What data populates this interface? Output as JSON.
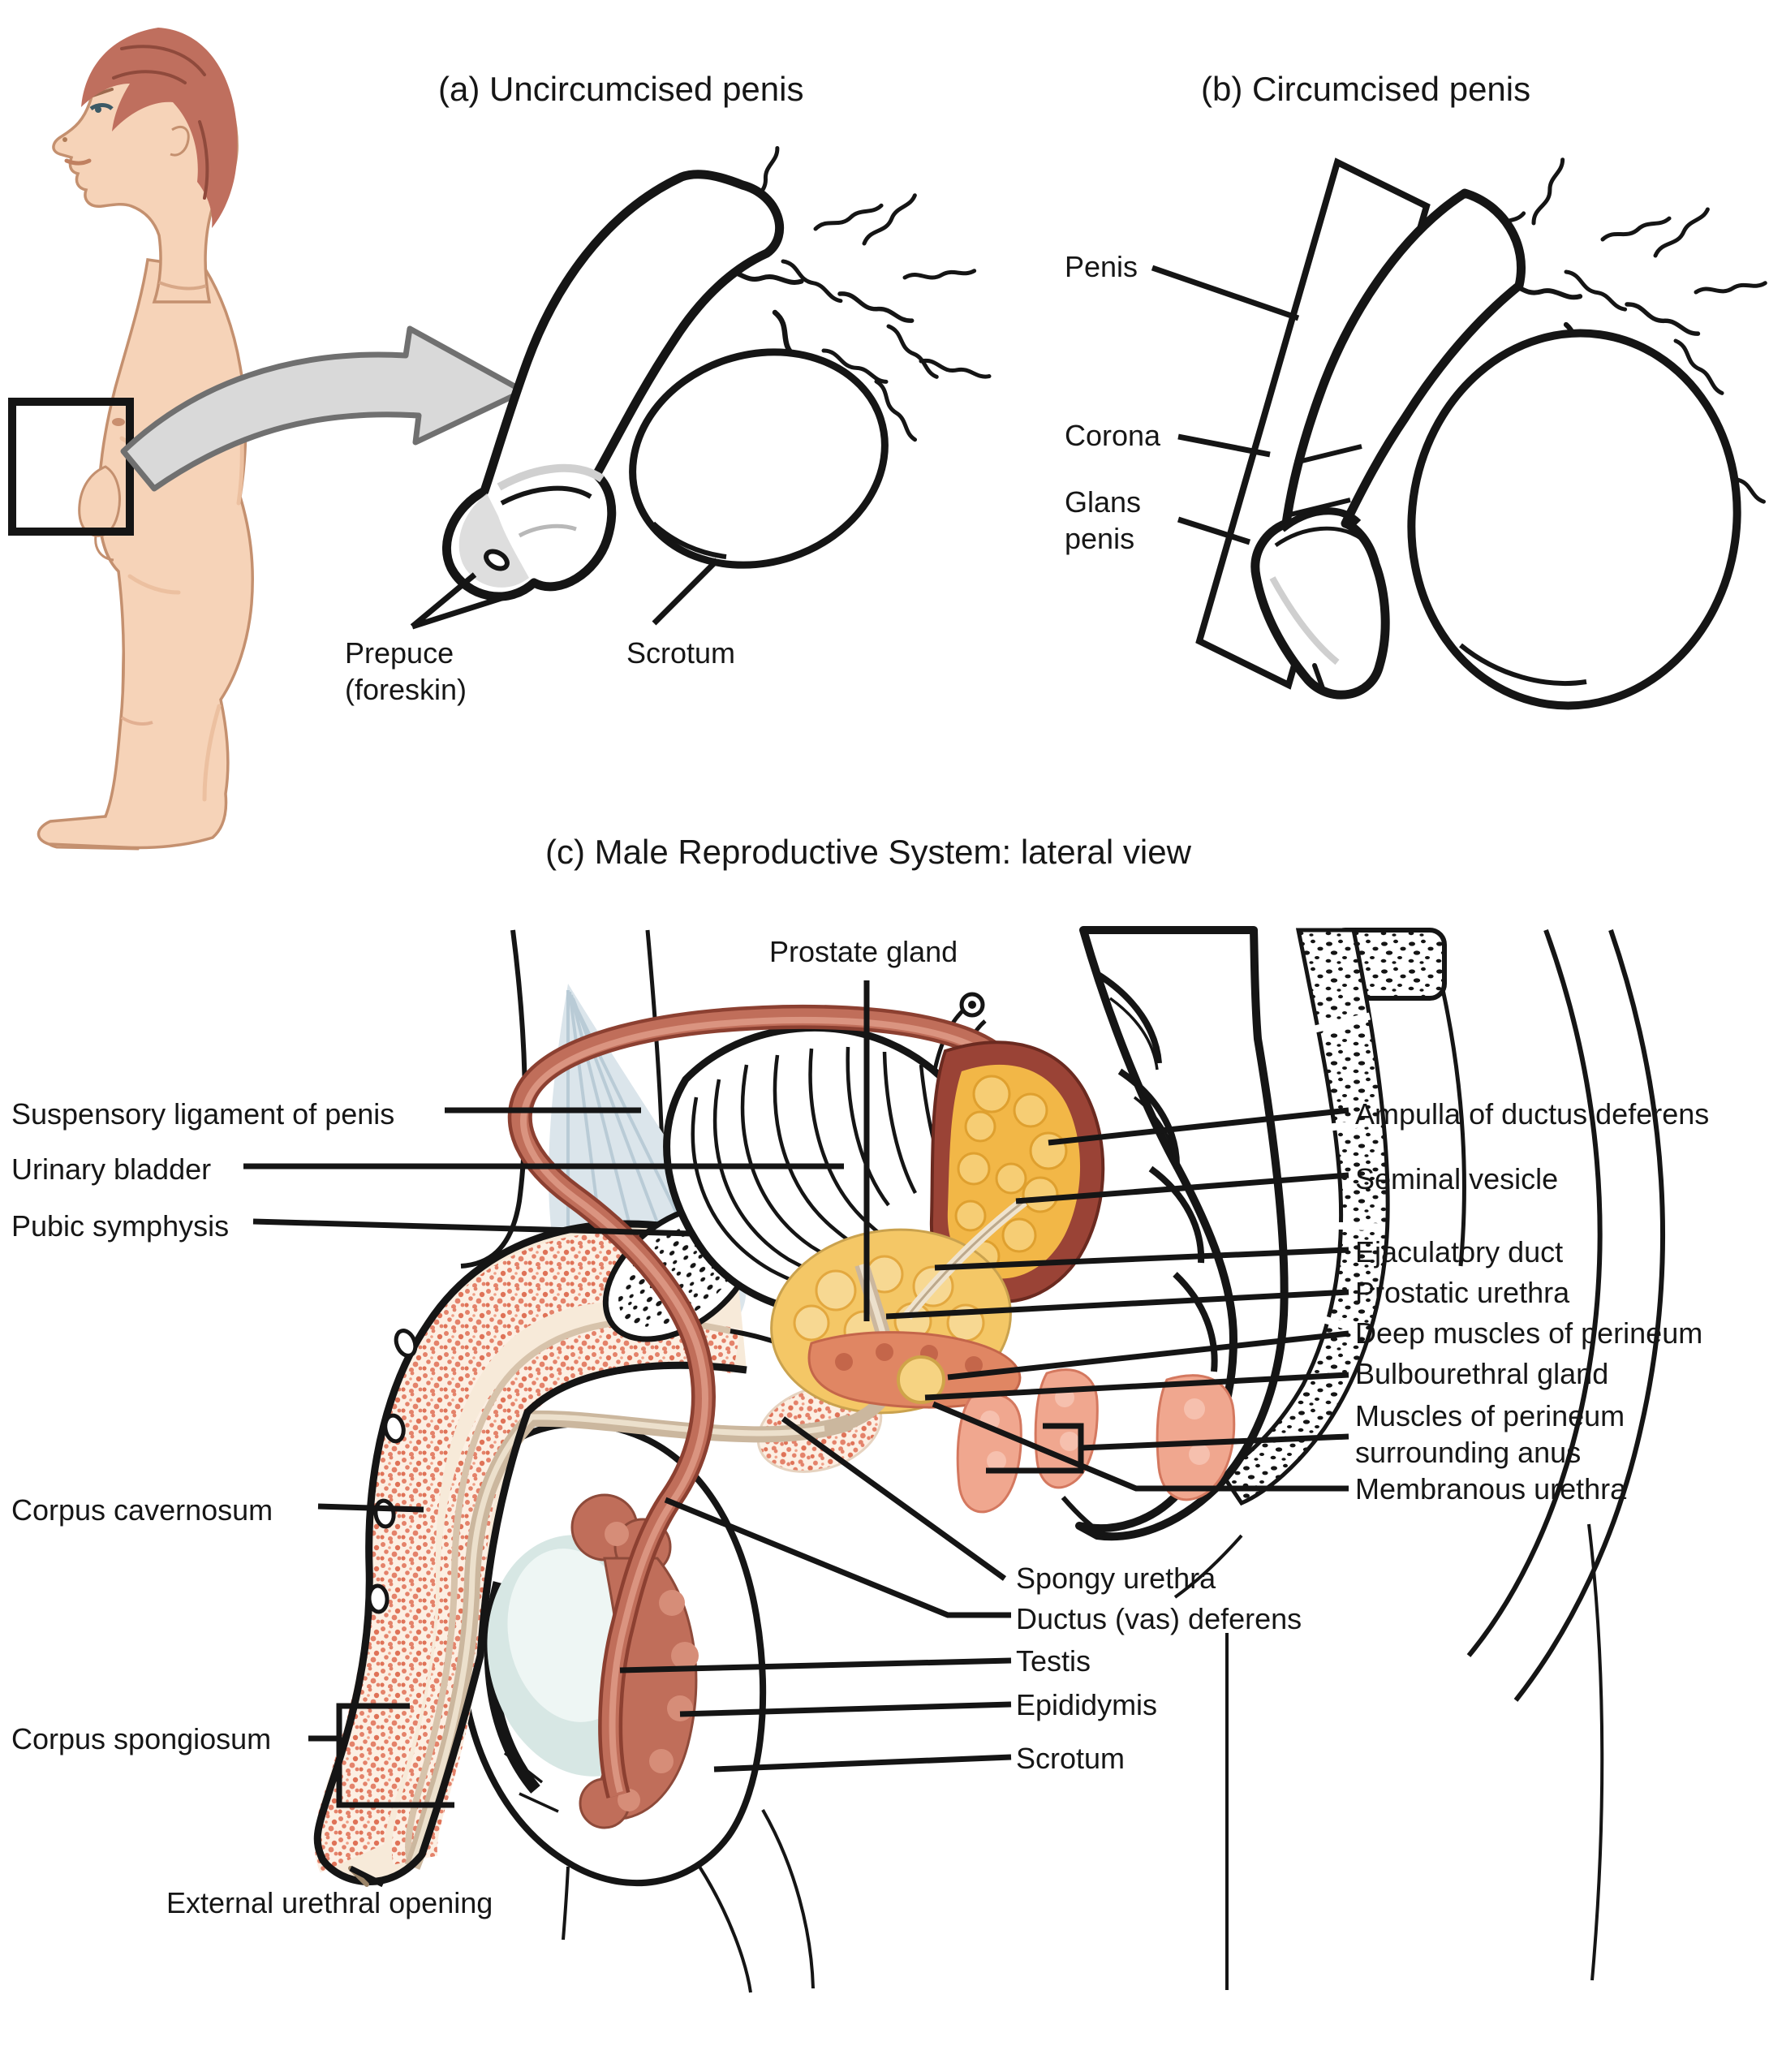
{
  "panel_a": {
    "title": "(a) Uncircumcised penis",
    "prepuce": "Prepuce\n(foreskin)",
    "scrotum": "Scrotum"
  },
  "panel_b": {
    "title": "(b) Circumcised penis",
    "penis": "Penis",
    "corona": "Corona",
    "glans": "Glans\npenis"
  },
  "panel_c": {
    "title": "(c) Male Reproductive System: lateral view",
    "prostate_gland": "Prostate gland",
    "suspensory_ligament": "Suspensory ligament of penis",
    "urinary_bladder": "Urinary bladder",
    "pubic_symphysis": "Pubic symphysis",
    "corpus_cavernosum": "Corpus cavernosum",
    "corpus_spongiosum": "Corpus spongiosum",
    "external_urethral_opening": "External urethral opening",
    "ampulla": "Ampulla of ductus deferens",
    "seminal_vesicle": "Seminal vesicle",
    "ejaculatory_duct": "Ejaculatory duct",
    "prostatic_urethra": "Prostatic urethra",
    "deep_muscles": "Deep muscles of perineum",
    "bulbourethral_gland": "Bulbourethral gland",
    "muscles_perineum": "Muscles of perineum\nsurrounding anus",
    "membranous_urethra": "Membranous urethra",
    "spongy_urethra": "Spongy urethra",
    "ductus_deferens": "Ductus (vas) deferens",
    "testis": "Testis",
    "epididymis": "Epididymis",
    "scrotum": "Scrotum"
  },
  "colors": {
    "skin": "#f6d3b8",
    "skin_outline": "#c4906f",
    "skin_shade": "#ecc0a0",
    "hair": "#bf6f5e",
    "arrow_gray": "#d9d9d9",
    "arrow_outline": "#707070",
    "ligament_blue": "#dbe5eb",
    "erectile_speckle": "#e4826a",
    "erectile_bg": "#fcefe3",
    "sheath_cream": "#f7ead9",
    "urethra_tan": "#cbb79e",
    "urethra_core": "#ece0cc",
    "ductus_red": "#c06e5a",
    "ductus_dark": "#8c4031",
    "ductus_highlight": "#da9480",
    "gland_yellow": "#f2b747",
    "gland_lump": "#f6cd74",
    "gland_dark_red": "#9a4336",
    "prostate_yellow": "#f4c766",
    "prostate_lump": "#f7d892",
    "muscle_salmon": "#e08663",
    "muscle_pink": "#f0a78f",
    "muscle_pink_lump": "#f6c0ae",
    "bulbourethral_yellow": "#f6d382",
    "testis_blue": "#d7e7e4",
    "testis_highlight": "#eef6f4",
    "epididymis_red": "#c06e5a",
    "line_black": "#151515"
  }
}
